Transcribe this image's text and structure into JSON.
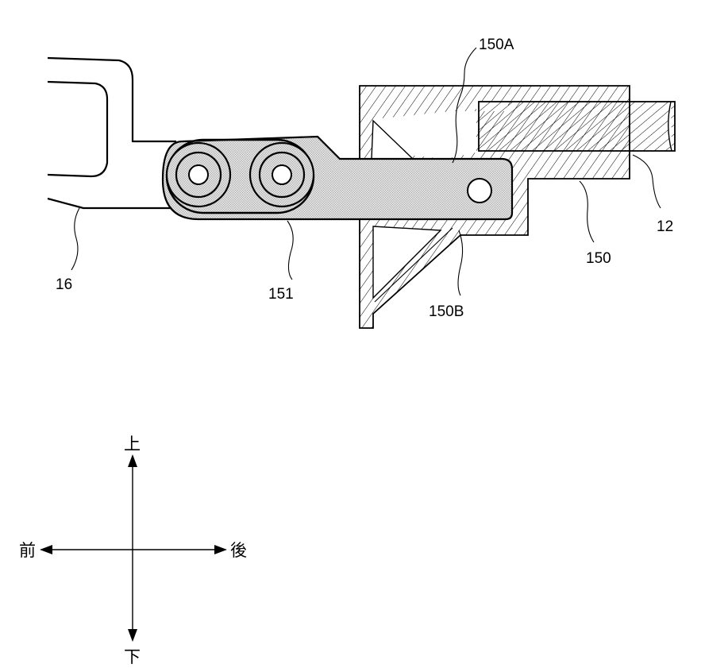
{
  "labels": {
    "lead_150A": "150A",
    "lead_12": "12",
    "lead_150": "150",
    "lead_150B": "150B",
    "lead_151": "151",
    "lead_16": "16"
  },
  "directions": {
    "up": "上",
    "down": "下",
    "front": "前",
    "back": "後"
  }
}
